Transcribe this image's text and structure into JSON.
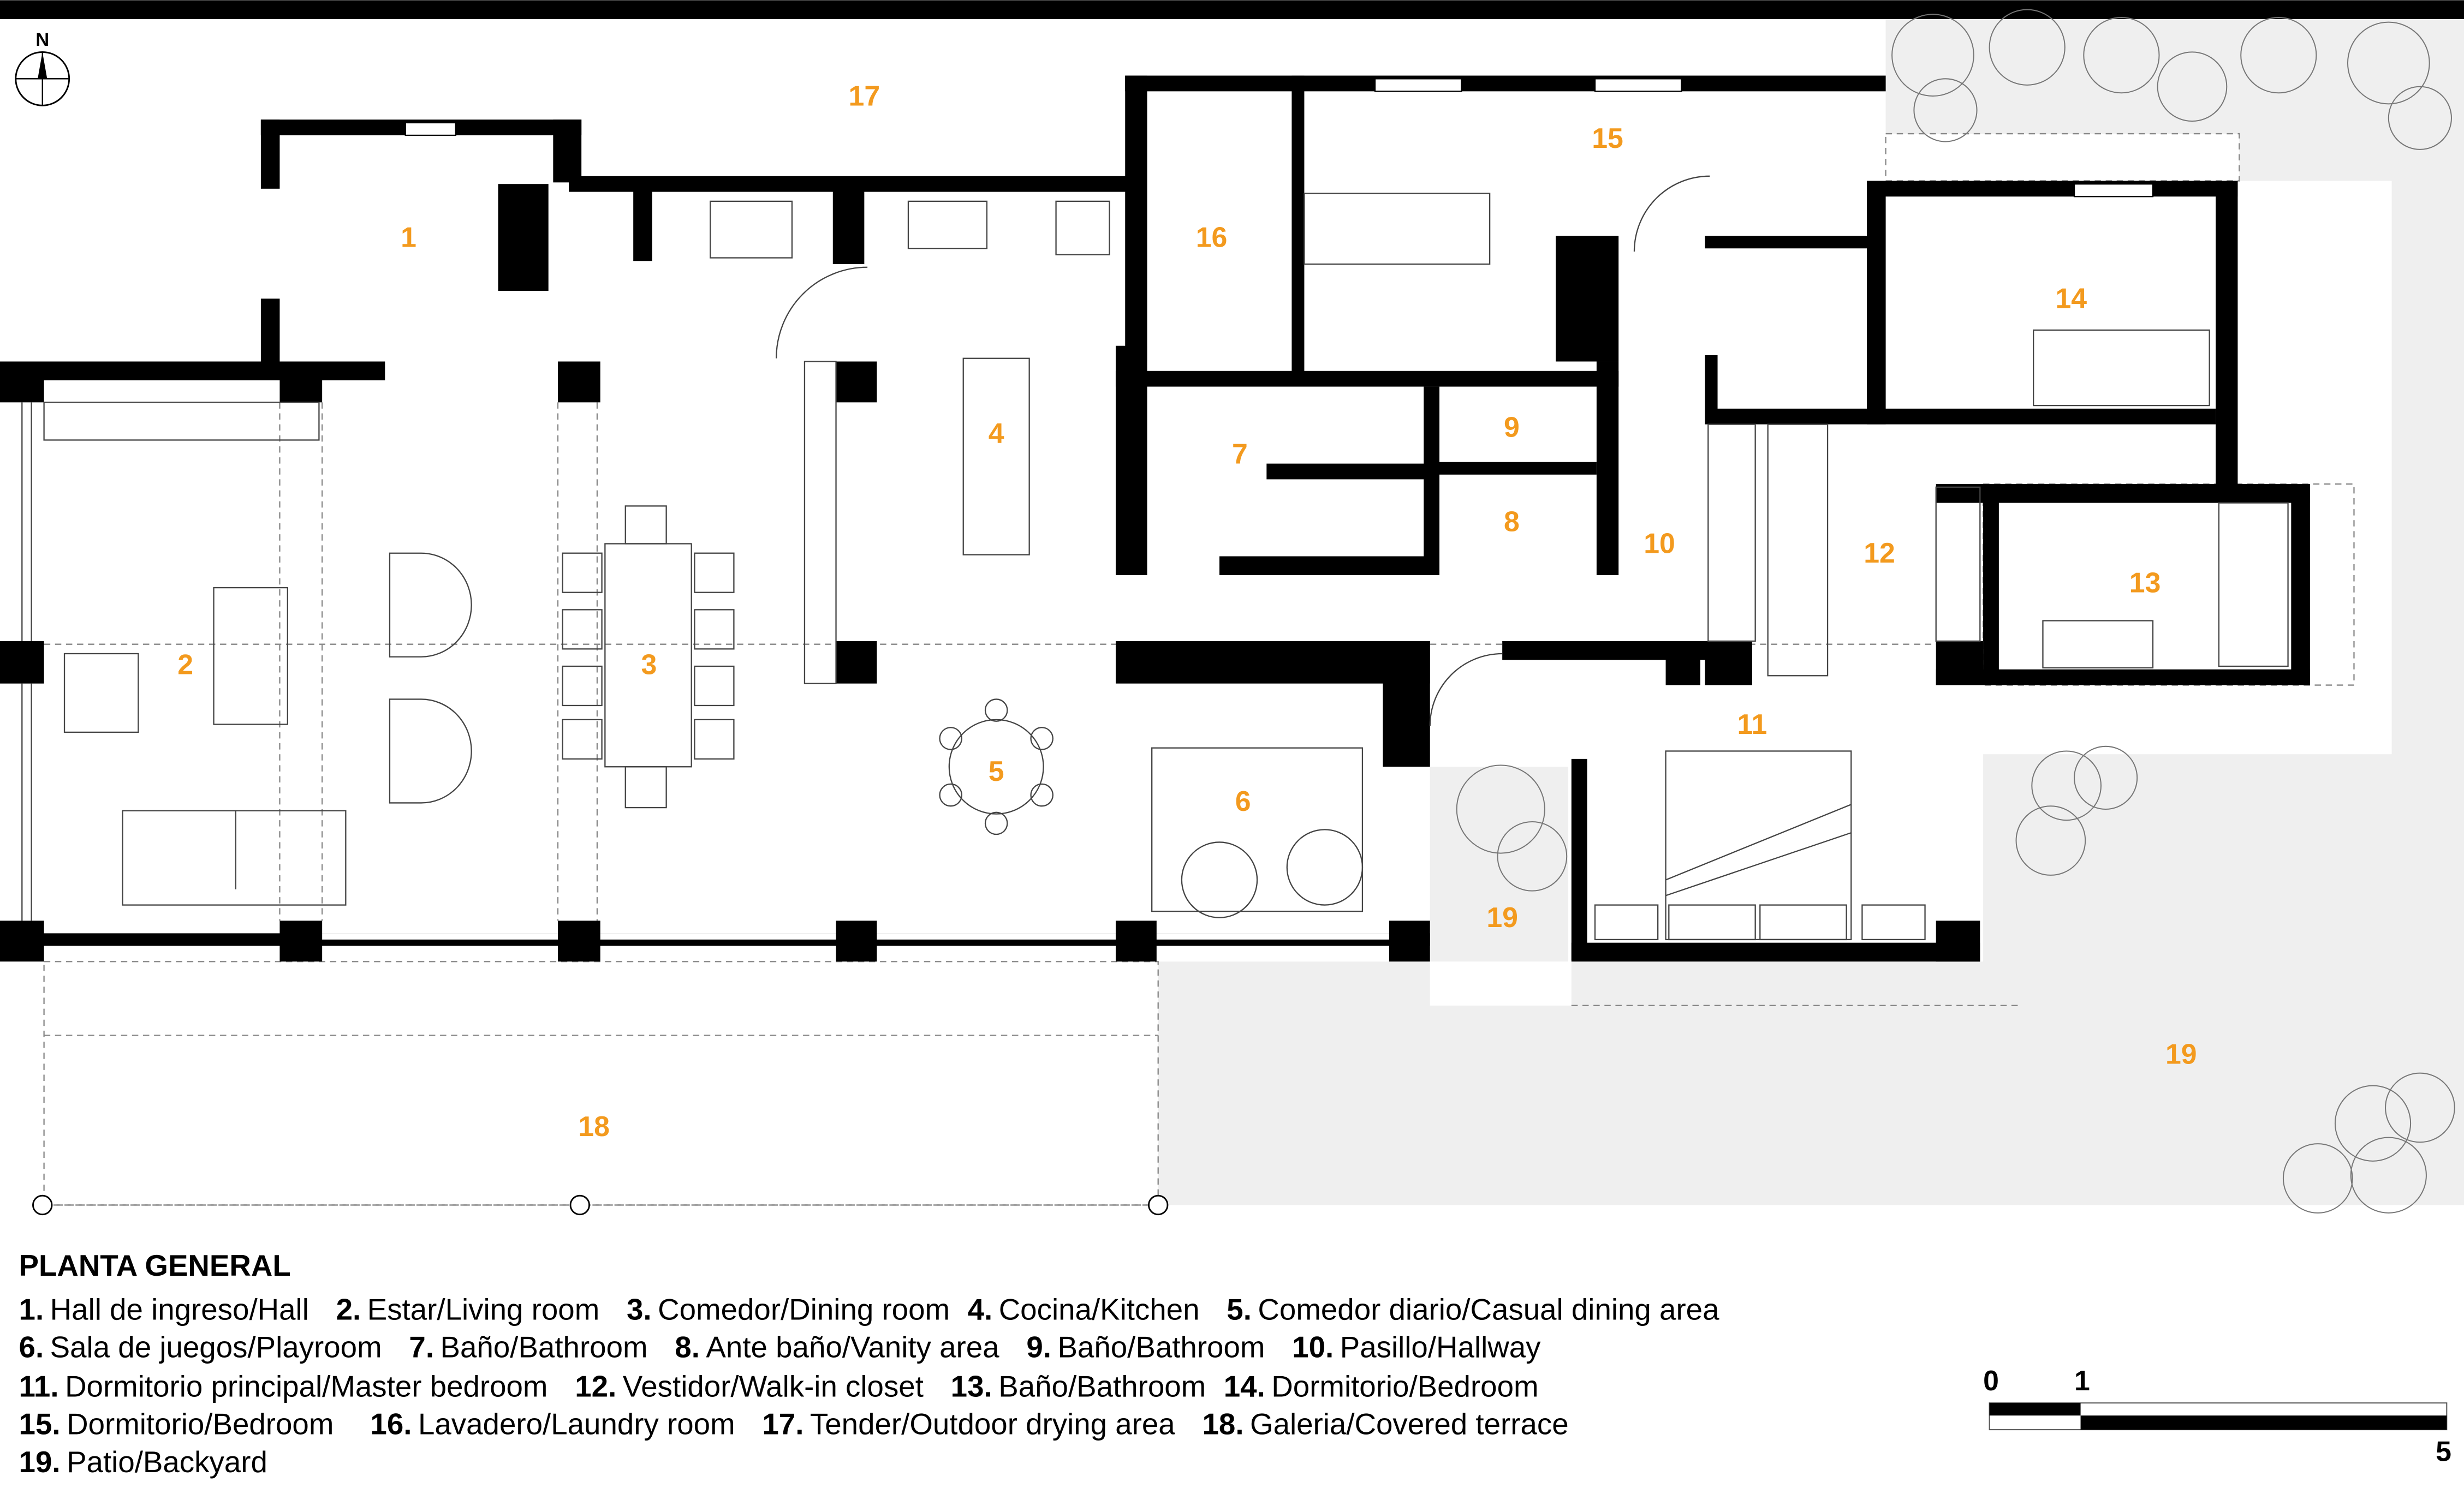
{
  "plan": {
    "north_label": "N",
    "rooms": [
      {
        "id": "1",
        "label": "1"
      },
      {
        "id": "2",
        "label": "2"
      },
      {
        "id": "3",
        "label": "3"
      },
      {
        "id": "4",
        "label": "4"
      },
      {
        "id": "5",
        "label": "5"
      },
      {
        "id": "6",
        "label": "6"
      },
      {
        "id": "7",
        "label": "7"
      },
      {
        "id": "8",
        "label": "8"
      },
      {
        "id": "9",
        "label": "9"
      },
      {
        "id": "10",
        "label": "10"
      },
      {
        "id": "11",
        "label": "11"
      },
      {
        "id": "12",
        "label": "12"
      },
      {
        "id": "13",
        "label": "13"
      },
      {
        "id": "14",
        "label": "14"
      },
      {
        "id": "15",
        "label": "15"
      },
      {
        "id": "16",
        "label": "16"
      },
      {
        "id": "17",
        "label": "17"
      },
      {
        "id": "18",
        "label": "18"
      },
      {
        "id": "19a",
        "label": "19"
      },
      {
        "id": "19b",
        "label": "19"
      }
    ],
    "room_label_color": "#F39A1E"
  },
  "legend": {
    "title": "PLANTA GENERAL",
    "items": [
      {
        "num": "1.",
        "label": "Hall de ingreso/Hall"
      },
      {
        "num": "2.",
        "label": "Estar/Living room"
      },
      {
        "num": "3.",
        "label": "Comedor/Dining room"
      },
      {
        "num": "4.",
        "label": "Cocina/Kitchen"
      },
      {
        "num": "5.",
        "label": "Comedor diario/Casual dining area"
      },
      {
        "num": "6.",
        "label": "Sala de juegos/Playroom"
      },
      {
        "num": "7.",
        "label": "Baño/Bathroom"
      },
      {
        "num": "8.",
        "label": "Ante baño/Vanity area"
      },
      {
        "num": "9.",
        "label": "Baño/Bathroom"
      },
      {
        "num": "10.",
        "label": "Pasillo/Hallway"
      },
      {
        "num": "11.",
        "label": "Dormitorio principal/Master bedroom"
      },
      {
        "num": "12.",
        "label": "Vestidor/Walk-in closet"
      },
      {
        "num": "13.",
        "label": "Baño/Bathroom"
      },
      {
        "num": "14.",
        "label": "Dormitorio/Bedroom"
      },
      {
        "num": "15.",
        "label": "Dormitorio/Bedroom"
      },
      {
        "num": "16.",
        "label": "Lavadero/Laundry room"
      },
      {
        "num": "17.",
        "label": "Tender/Outdoor drying area"
      },
      {
        "num": "18.",
        "label": "Galeria/Covered terrace"
      },
      {
        "num": "19.",
        "label": "Patio/Backyard"
      }
    ]
  },
  "scale_bar": {
    "tick_0": "0",
    "tick_1": "1",
    "tick_5": "5"
  }
}
